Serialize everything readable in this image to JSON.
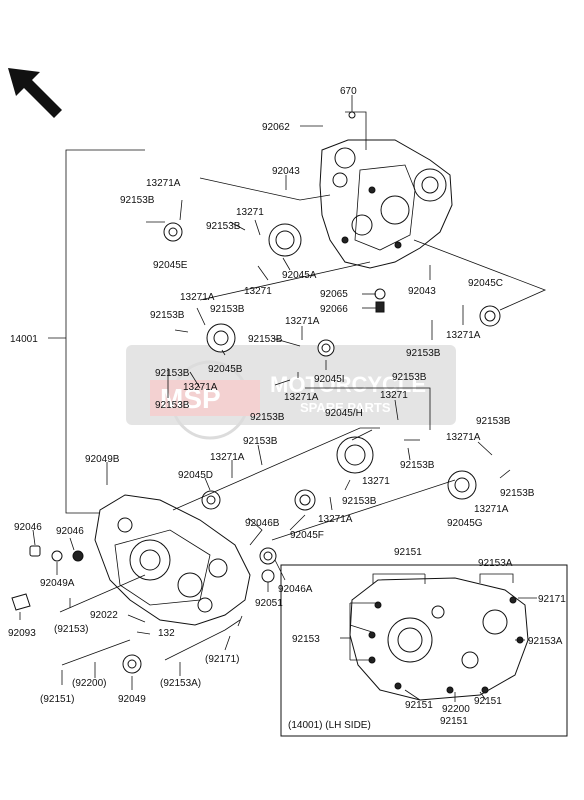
{
  "watermark": {
    "text": "MOTORCYCLE",
    "sub": "SPARE PARTS",
    "logo": "MSP"
  },
  "inset_caption": "(14001) (LH SIDE)",
  "labels": {
    "l670": "670",
    "l92062": "92062",
    "l92043a": "92043",
    "l13271A_a": "13271A",
    "l92153B_a": "92153B",
    "l13271_a": "13271",
    "l92153B_b": "92153B",
    "l92045E": "92045E",
    "l92045A": "92045A",
    "l13271_b": "13271",
    "l92153B_c": "92153B",
    "l92065": "92065",
    "l92066": "92066",
    "l92043b": "92043",
    "l92045C": "92045C",
    "l13271A_b": "13271A",
    "l92153B_d": "92153B",
    "l14001": "14001",
    "l13271A_c": "13271A",
    "l92153B_e": "92153B",
    "l13271A_d": "13271A",
    "l92153B_f": "92153B",
    "l92045B": "92045B",
    "l92045I": "92045I",
    "l92153B_g": "92153B",
    "l13271A_e": "13271A",
    "l92153B_h": "92153B",
    "l13271A_f": "13271A",
    "l92153B_i": "92153B",
    "l92045H": "92045/H",
    "l13271_c": "13271",
    "l92153B_j": "92153B",
    "l13271A_g": "13271A",
    "l92153B_k": "92153B",
    "l92049B": "92049B",
    "l92153B_l": "92153B",
    "l13271A_h": "13271A",
    "l92045D": "92045D",
    "l13271_d": "13271",
    "l92153B_m": "92153B",
    "l92153B_n": "92153B",
    "l13271A_i": "13271A",
    "l92046B": "92046B",
    "l92045F": "92045F",
    "l13271A_j": "13271A",
    "l92045G": "92045G",
    "l92046a": "92046",
    "l92046b": "92046",
    "l92049A": "92049A",
    "l92093": "92093",
    "l92153p": "(92153)",
    "l92022": "92022",
    "l132": "132",
    "l92200p": "(92200)",
    "l92151p": "(92151)",
    "l92049": "92049",
    "l92153Ap": "(92153A)",
    "l92171p": "(92171)",
    "l92051": "92051",
    "l92046A": "92046A",
    "i92151a": "92151",
    "i92153A_a": "92153A",
    "i92171": "92171",
    "i92153": "92153",
    "i92153A_b": "92153A",
    "i92151b": "92151",
    "i92200": "92200",
    "i92151c": "92151",
    "i92151d": "92151"
  }
}
